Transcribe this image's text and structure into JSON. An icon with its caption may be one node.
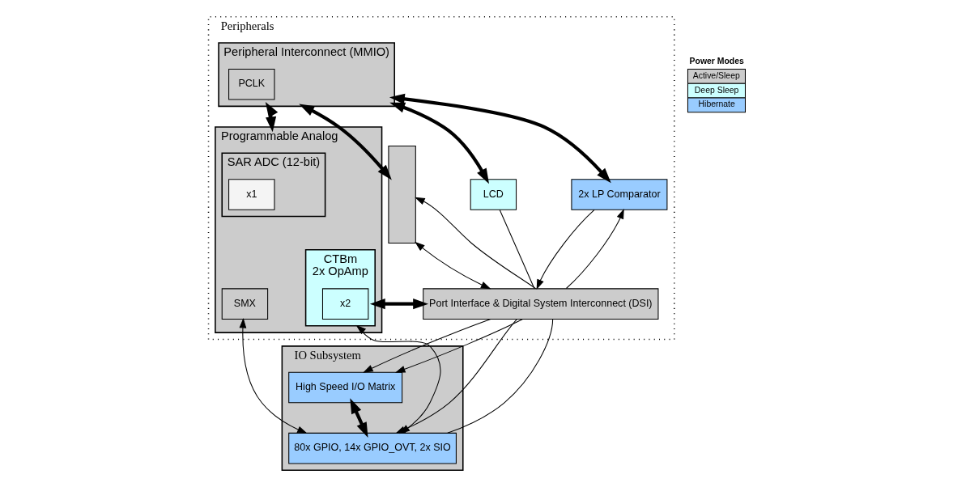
{
  "diagram": {
    "nodes": [
      {
        "text": [
          "Peripherals"
        ]
      },
      {
        "text": [
          "Peripheral Interconnect (MMIO)"
        ],
        "in": 0
      },
      {
        "text": [
          "PCLK"
        ],
        "in": 1
      },
      {
        "text": [
          "Programmable Analog"
        ],
        "in": 0
      },
      {
        "text": [
          "SAR ADC (12-bit)"
        ],
        "in": 3
      },
      {
        "text": [
          "x1"
        ],
        "in": 4
      },
      {
        "text": [
          "SMX"
        ],
        "in": 3
      },
      {
        "text": [
          "CTBm",
          "2x OpAmp"
        ],
        "in": 3
      },
      {
        "text": [
          "x2"
        ],
        "in": 7
      },
      {
        "text": [],
        "shape": "bar",
        "in": 0
      },
      {
        "text": [
          "LCD"
        ],
        "in": 0
      },
      {
        "text": [
          "2x LP Comparator"
        ],
        "in": 0
      },
      {
        "text": [
          "Port Interface & Digital System Interconnect (DSI)"
        ],
        "in": 0
      },
      {
        "text": [
          "IO Subsystem"
        ]
      },
      {
        "text": [
          "High Speed I/O Matrix"
        ],
        "in": 13
      },
      {
        "text": [
          "80x GPIO, 14x GPIO_OVT, 2x SIO"
        ],
        "in": 13
      }
    ],
    "edges": [
      {
        "from": 1,
        "to": 3,
        "arrow": "both",
        "style": "thick"
      },
      {
        "from": 1,
        "to": 9,
        "arrow": "both",
        "style": "thick"
      },
      {
        "from": 1,
        "to": 10,
        "arrow": "both",
        "style": "thick"
      },
      {
        "from": 1,
        "to": 11,
        "arrow": "both",
        "style": "thick"
      },
      {
        "from": 9,
        "to": 12,
        "arrow": "both"
      },
      {
        "from": 12,
        "to": 9,
        "arrow": "to"
      },
      {
        "from": 10,
        "to": 12,
        "arrow": "none"
      },
      {
        "from": 11,
        "to": 12,
        "arrow": "to"
      },
      {
        "from": 12,
        "to": 11,
        "arrow": "to"
      },
      {
        "from": 7,
        "to": 12,
        "arrow": "both",
        "style": "thick"
      },
      {
        "from": 6,
        "to": 15,
        "arrow": "both"
      },
      {
        "from": 7,
        "to": 15,
        "arrow": "both"
      },
      {
        "from": 12,
        "to": 14,
        "arrow": "to"
      },
      {
        "from": 12,
        "to": 15,
        "arrow": "to"
      },
      {
        "from": 12,
        "to": 14,
        "arrow": "to"
      },
      {
        "from": 12,
        "to": 15,
        "arrow": "none"
      },
      {
        "from": 14,
        "to": 15,
        "arrow": "both",
        "style": "thick"
      }
    ],
    "labels": [
      "Power Modes"
    ],
    "legend": [
      {
        "text": "Active/Sleep",
        "color": "#cccccc"
      },
      {
        "text": "Deep Sleep",
        "color": "#ccffff"
      },
      {
        "text": "Hibernate",
        "color": "#99ccff"
      }
    ]
  }
}
